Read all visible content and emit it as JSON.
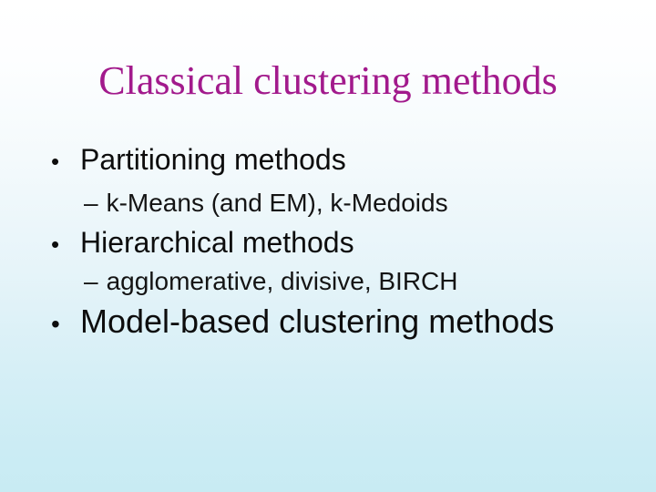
{
  "slide": {
    "title": "Classical clustering methods",
    "title_color": "#a21a8c",
    "body_text_color": "#0d0d0d",
    "background": {
      "top_color": "#ffffff",
      "bottom_color": "#c8ebf3"
    },
    "markers": {
      "level1": "•",
      "level2": "–"
    },
    "bullets": [
      {
        "level": 1,
        "text": "Partitioning methods"
      },
      {
        "level": 2,
        "text": "k-Means (and EM), k-Medoids"
      },
      {
        "level": 1,
        "text": "Hierarchical methods"
      },
      {
        "level": 2,
        "text": "agglomerative, divisive, BIRCH"
      },
      {
        "level": 1,
        "text": "Model-based clustering methods"
      }
    ]
  }
}
